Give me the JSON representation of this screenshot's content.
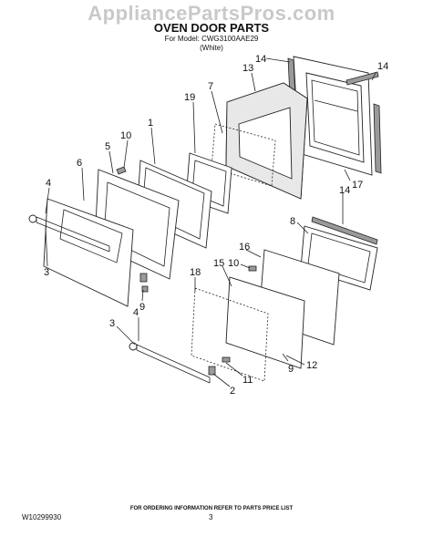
{
  "watermark": "AppliancePartsPros.com",
  "title": "OVEN DOOR PARTS",
  "model_line": "For Model: CWG3100AAE29",
  "color_line": "(White)",
  "footer": {
    "ordering_note": "FOR ORDERING INFORMATION REFER TO PARTS PRICE LIST",
    "doc_number": "W10299930",
    "page_number": "3"
  },
  "callouts": {
    "c1": "1",
    "c2": "2",
    "c3a": "3",
    "c3b": "3",
    "c4a": "4",
    "c4b": "4",
    "c5": "5",
    "c6": "6",
    "c7": "7",
    "c8": "8",
    "c9a": "9",
    "c9b": "9",
    "c10a": "10",
    "c10b": "10",
    "c11": "11",
    "c12": "12",
    "c13": "13",
    "c14a": "14",
    "c14b": "14",
    "c14c": "14",
    "c15": "15",
    "c16": "16",
    "c17": "17",
    "c18": "18",
    "c19": "19"
  }
}
